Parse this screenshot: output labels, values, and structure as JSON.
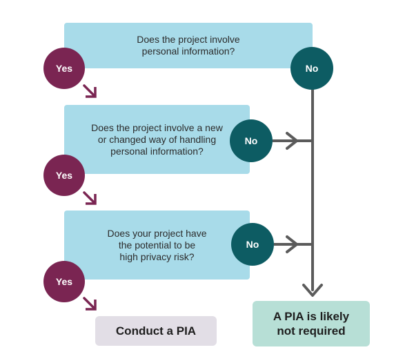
{
  "colors": {
    "question_box": "#a8dbe9",
    "yes_circle": "#7a2552",
    "no_circle": "#0d5c63",
    "connector": "#5b5b5b",
    "yes_arrow": "#7a2552",
    "result_conduct": "#e2dee6",
    "result_not_required": "#b7dfd6"
  },
  "questions": [
    {
      "text": "Does the project involve\npersonal information?"
    },
    {
      "text": "Does the project involve a new\nor changed way of handling\npersonal information?"
    },
    {
      "text": "Does your project have\nthe potential to be\nhigh privacy risk?"
    }
  ],
  "answers": {
    "yes_label": "Yes",
    "no_label": "No"
  },
  "results": {
    "conduct": "Conduct a PIA",
    "not_required": "A PIA is likely\nnot required"
  },
  "icons": {
    "yes_arrow": "diagonal-down-right-arrow",
    "no_arrow": "right-arrowhead",
    "connector_arrow": "down-arrowhead"
  }
}
